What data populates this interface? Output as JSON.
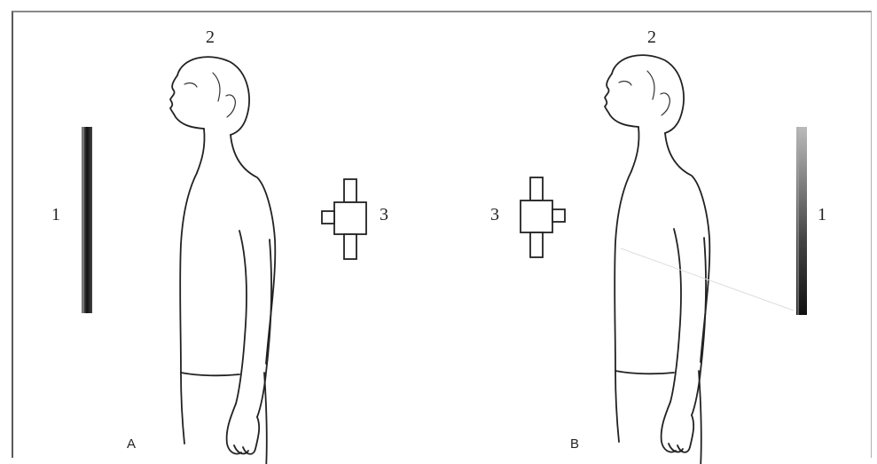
{
  "panels": [
    {
      "id": "A",
      "panel_label": "A",
      "plate_label": "1",
      "person_label": "2",
      "tube_label": "3"
    },
    {
      "id": "B",
      "panel_label": "B",
      "plate_label": "1",
      "person_label": "2",
      "tube_label": "3"
    }
  ]
}
